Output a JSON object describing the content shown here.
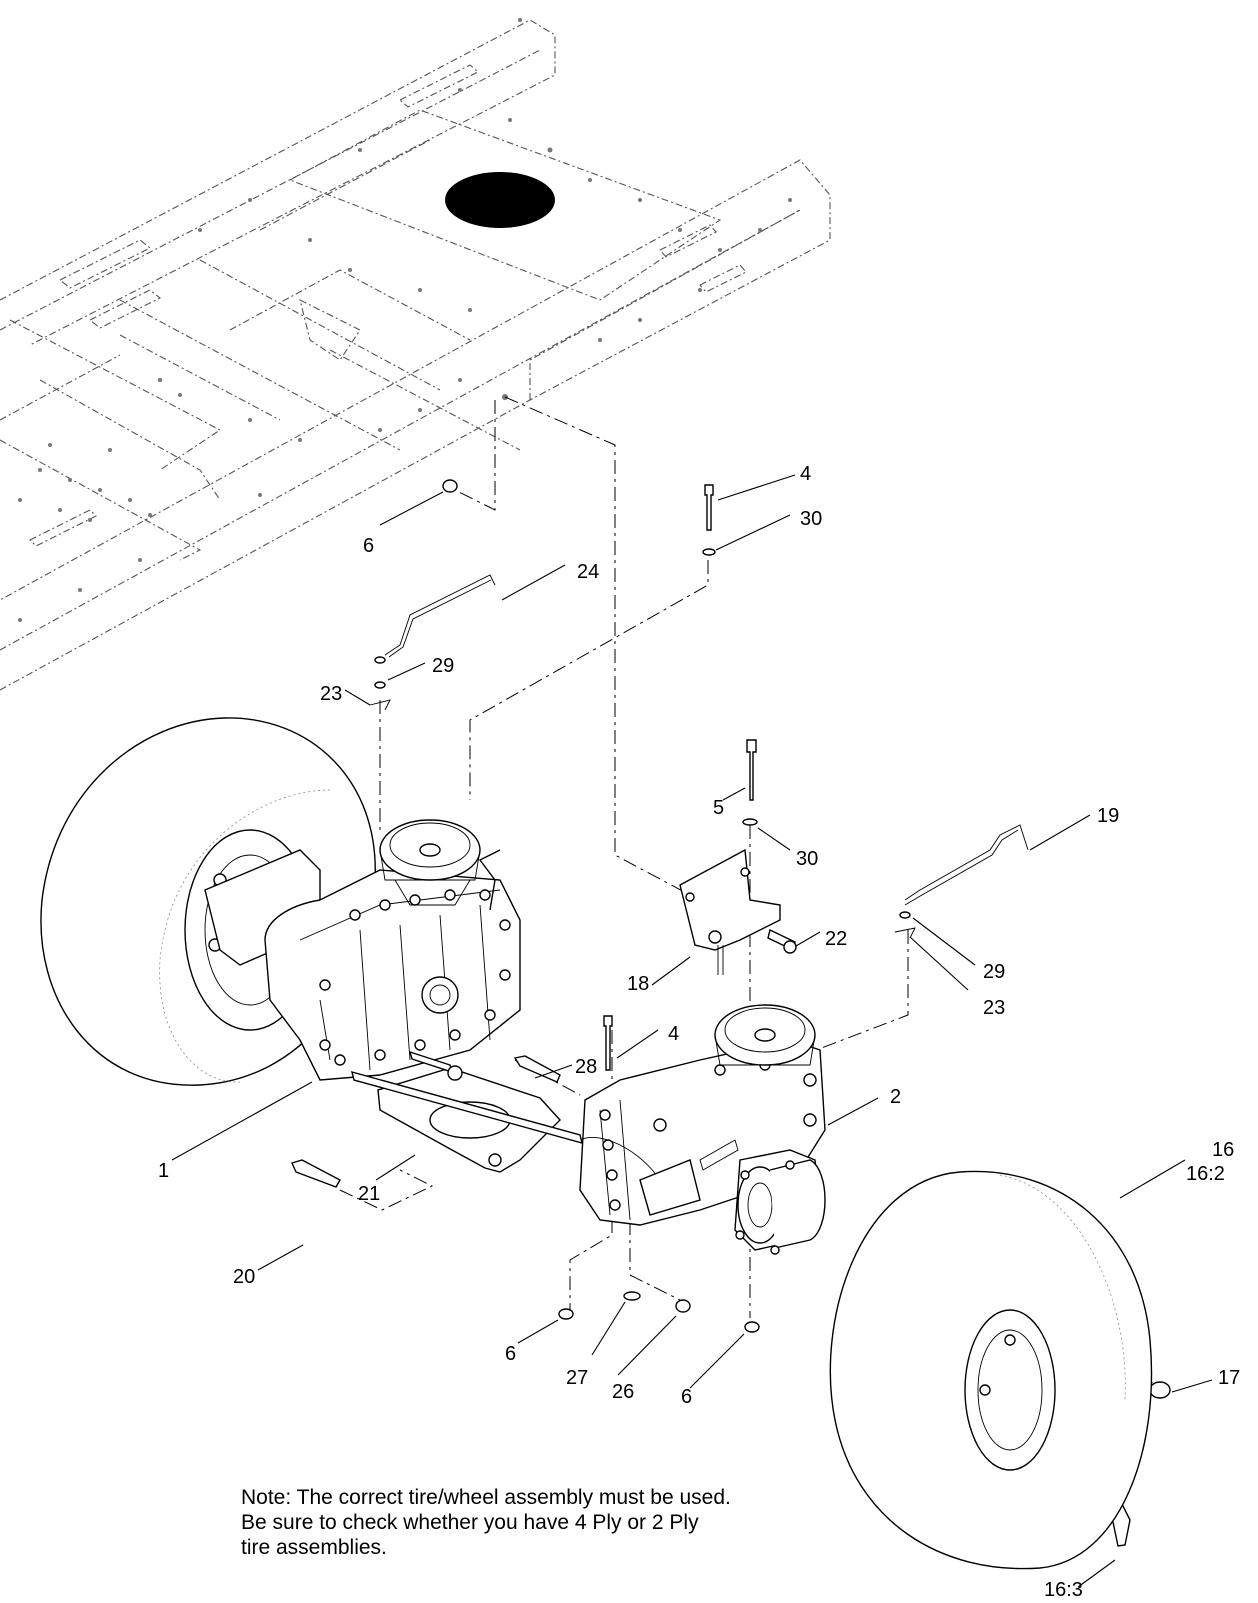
{
  "callouts": [
    {
      "id": "4-top",
      "label": "4"
    },
    {
      "id": "30-top",
      "label": "30"
    },
    {
      "id": "6-top",
      "label": "6"
    },
    {
      "id": "24",
      "label": "24"
    },
    {
      "id": "29-left",
      "label": "29"
    },
    {
      "id": "23-left",
      "label": "23"
    },
    {
      "id": "5",
      "label": "5"
    },
    {
      "id": "19",
      "label": "19"
    },
    {
      "id": "30-mid",
      "label": "30"
    },
    {
      "id": "22",
      "label": "22"
    },
    {
      "id": "18",
      "label": "18"
    },
    {
      "id": "29-right",
      "label": "29"
    },
    {
      "id": "23-right",
      "label": "23"
    },
    {
      "id": "4-mid",
      "label": "4"
    },
    {
      "id": "28",
      "label": "28"
    },
    {
      "id": "2",
      "label": "2"
    },
    {
      "id": "1",
      "label": "1"
    },
    {
      "id": "21",
      "label": "21"
    },
    {
      "id": "16",
      "label": "16"
    },
    {
      "id": "16-2",
      "label": "16:2"
    },
    {
      "id": "20",
      "label": "20"
    },
    {
      "id": "6-left",
      "label": "6"
    },
    {
      "id": "27",
      "label": "27"
    },
    {
      "id": "26",
      "label": "26"
    },
    {
      "id": "6-right",
      "label": "6"
    },
    {
      "id": "17",
      "label": "17"
    },
    {
      "id": "16-3",
      "label": "16:3"
    }
  ],
  "note": {
    "line1": "Note: The correct tire/wheel assembly must be used.",
    "line2": "Be sure to check whether you have 4 Ply or 2 Ply",
    "line3": "tire assemblies."
  }
}
